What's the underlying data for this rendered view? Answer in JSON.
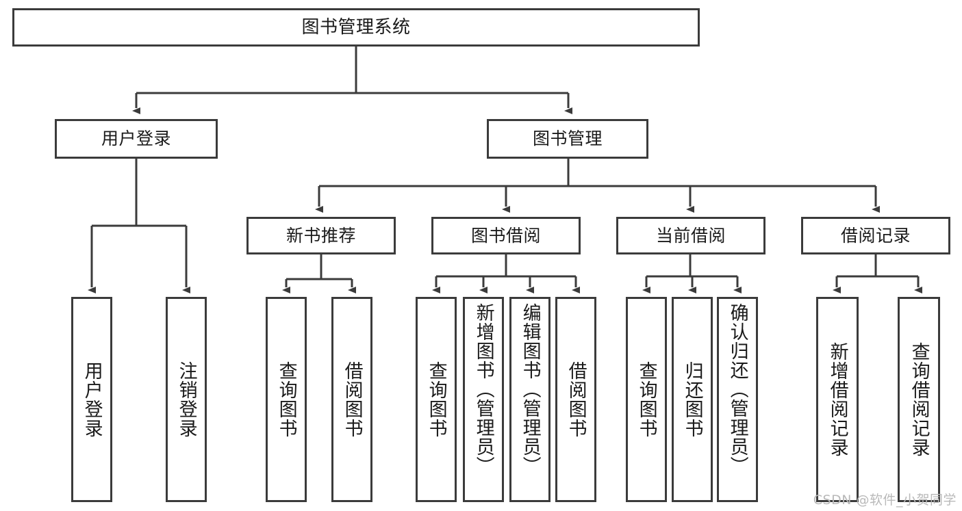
{
  "diagram": {
    "title": "图书管理系统",
    "watermark": "CSDN @软件_小贺同学",
    "root": {
      "label": "图书管理系统"
    },
    "level1": [
      {
        "label": "用户登录"
      },
      {
        "label": "图书管理"
      }
    ],
    "level2": [
      {
        "label": "新书推荐"
      },
      {
        "label": "图书借阅"
      },
      {
        "label": "当前借阅"
      },
      {
        "label": "借阅记录"
      }
    ],
    "leaves": {
      "user_login": [
        {
          "label": "用户登录"
        },
        {
          "label": "注销登录"
        }
      ],
      "new_book_recommend": [
        {
          "label": "查询图书"
        },
        {
          "label": "借阅图书"
        }
      ],
      "book_borrow": [
        {
          "label": "查询图书"
        },
        {
          "label": "新增图书（管理员）"
        },
        {
          "label": "编辑图书（管理员）"
        },
        {
          "label": "借阅图书"
        }
      ],
      "current_borrow": [
        {
          "label": "查询图书"
        },
        {
          "label": "归还图书"
        },
        {
          "label": "确认归还（管理员）"
        }
      ],
      "borrow_records": [
        {
          "label": "新增借阅记录"
        },
        {
          "label": "查询借阅记录"
        }
      ]
    },
    "colors": {
      "stroke": "#3b3b3b",
      "text": "#1a1a1a",
      "background": "#ffffff",
      "watermark": "#b9b9b9"
    }
  }
}
